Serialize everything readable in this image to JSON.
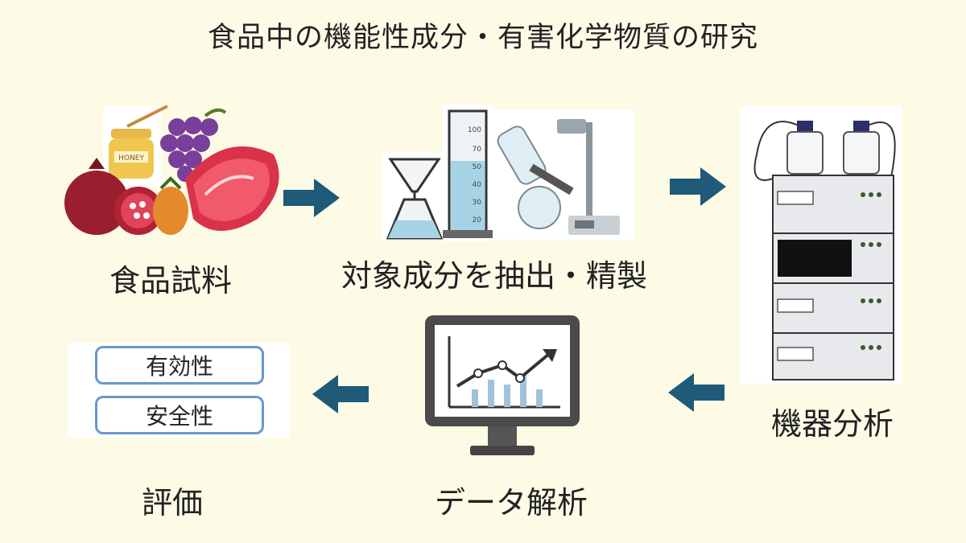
{
  "title": "食品中の機能性成分・有害化学物質の研究",
  "steps": {
    "food_sample": "食品試料",
    "extraction": "対象成分を抽出・精製",
    "instrument_analysis": "機器分析",
    "data_analysis": "データ解析",
    "evaluation": "評価"
  },
  "evaluation_items": [
    "有効性",
    "安全性"
  ],
  "cylinder_marks": [
    "100",
    "70",
    "50",
    "40",
    "30",
    "20"
  ],
  "honey_label": "HONEY",
  "colors": {
    "background": "#fdfbe6",
    "arrow": "#1f5a78",
    "box_border": "#6a98c8"
  }
}
